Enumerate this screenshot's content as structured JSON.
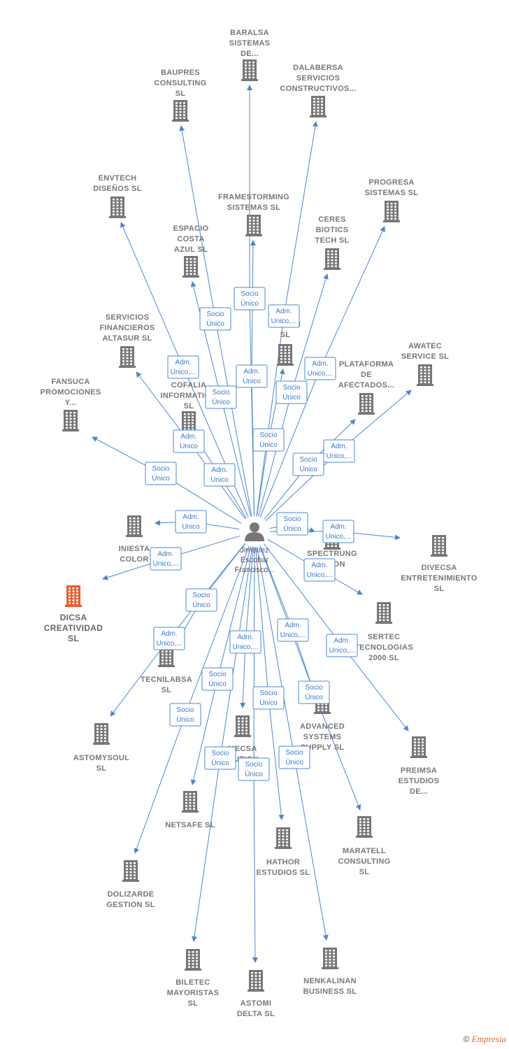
{
  "colors": {
    "edge": "#4a88d6",
    "building": "#777777",
    "highlight": "#f05a2a",
    "person": "#777777"
  },
  "center": {
    "id": "person",
    "label": [
      "Jimenez",
      "Escobar",
      "Francisco..."
    ]
  },
  "companies": [
    {
      "id": "baralsa",
      "label": [
        "BARALSA",
        "SISTEMAS",
        "DE..."
      ]
    },
    {
      "id": "baupres",
      "label": [
        "BAUPRES",
        "CONSULTING",
        "SL"
      ]
    },
    {
      "id": "dalabersa",
      "label": [
        "DALABERSA",
        "SERVICIOS",
        "CONSTRUCTIVOS..."
      ]
    },
    {
      "id": "envtech",
      "label": [
        "ENVTECH",
        "DISEÑOS SL"
      ]
    },
    {
      "id": "framestorming",
      "label": [
        "FRAMESTORMING",
        "SISTEMAS SL"
      ]
    },
    {
      "id": "progresa",
      "label": [
        "PROGRESA",
        "SISTEMAS SL"
      ]
    },
    {
      "id": "espacio",
      "label": [
        "ESPACIO",
        "COSTA",
        "AZUL SL"
      ]
    },
    {
      "id": "ceres",
      "label": [
        "CERES",
        "BIOTICS",
        "TECH SL"
      ]
    },
    {
      "id": "construccion",
      "label": [
        "...N",
        "CO...ON",
        "SL"
      ]
    },
    {
      "id": "servicios",
      "label": [
        "SERVICIOS",
        "FINANCIEROS",
        "ALTASUR SL"
      ]
    },
    {
      "id": "awatec",
      "label": [
        "AWATEC",
        "SERVICE SL"
      ]
    },
    {
      "id": "plataforma",
      "label": [
        "PLATAFORMA",
        "DE",
        "AFECTADOS..."
      ]
    },
    {
      "id": "cofalia",
      "label": [
        "COFALIA",
        "INFORMATIC...",
        "SL"
      ]
    },
    {
      "id": "fansuca",
      "label": [
        "FANSUCA",
        "PROMOCIONES",
        "Y..."
      ]
    },
    {
      "id": "iniesta",
      "label": [
        "INIESTA",
        "COLOR"
      ]
    },
    {
      "id": "spectrung",
      "label": [
        "SPECTRUNG",
        "...TION"
      ]
    },
    {
      "id": "divecsa",
      "label": [
        "DIVECSA",
        "ENTRETENIMIENTO",
        "SL"
      ]
    },
    {
      "id": "dicsa",
      "label": [
        "DICSA",
        "CREATIVIDAD",
        "SL"
      ],
      "highlight": true
    },
    {
      "id": "sertec",
      "label": [
        "SERTEC",
        "TECNOLOGIAS",
        "2000 SL"
      ]
    },
    {
      "id": "tecnilabsa",
      "label": [
        "TECNILABSA",
        "SL"
      ]
    },
    {
      "id": "advanced",
      "label": [
        "ADVANCED",
        "SYSTEMS",
        "SUPPLY SL"
      ]
    },
    {
      "id": "mecsa",
      "label": [
        "MECSA",
        "...UTION"
      ]
    },
    {
      "id": "astomysoul",
      "label": [
        "ASTOMYSOUL",
        "SL"
      ]
    },
    {
      "id": "preimsa",
      "label": [
        "PREIMSA",
        "ESTUDIOS",
        "DE..."
      ]
    },
    {
      "id": "netsafe",
      "label": [
        "NETSAFE SL"
      ]
    },
    {
      "id": "maratell",
      "label": [
        "MARATELL",
        "CONSULTING",
        "SL"
      ]
    },
    {
      "id": "hathor",
      "label": [
        "HATHOR",
        "ESTUDIOS SL"
      ]
    },
    {
      "id": "dolizarde",
      "label": [
        "DOLIZARDE",
        "GESTION SL"
      ]
    },
    {
      "id": "biletec",
      "label": [
        "BILETEC",
        "MAYORISTAS",
        "SL"
      ]
    },
    {
      "id": "astomi",
      "label": [
        "ASTOMI",
        "DELTA SL"
      ]
    },
    {
      "id": "nenkalinan",
      "label": [
        "NENKALINAN",
        "BUSINESS SL"
      ]
    }
  ],
  "edges": [
    {
      "to": "baralsa",
      "label": [
        "Socio",
        "Único"
      ]
    },
    {
      "to": "baupres",
      "label": [
        "Socio",
        "Único"
      ]
    },
    {
      "to": "dalabersa",
      "label": [
        "Adm.",
        "Unico,..."
      ]
    },
    {
      "to": "envtech",
      "label": [
        "Adm.",
        "Unico,..."
      ]
    },
    {
      "to": "framestorming",
      "label": [
        "Adm.",
        "Unico"
      ]
    },
    {
      "to": "progresa",
      "label": [
        "Adm.",
        "Unico,..."
      ]
    },
    {
      "to": "espacio",
      "label": [
        "Socio",
        "Único"
      ]
    },
    {
      "to": "ceres",
      "label": [
        "Socio",
        "Único"
      ]
    },
    {
      "to": "servicios",
      "label": [
        "Adm.",
        "Unico"
      ]
    },
    {
      "to": "awatec",
      "label": [
        "Adm.",
        "Unico,..."
      ]
    },
    {
      "to": "plataforma",
      "label": [
        "Socio",
        "Único"
      ]
    },
    {
      "to": "cofalia",
      "label": [
        "Adm.",
        "Unico"
      ]
    },
    {
      "to": "construccion",
      "label": [
        "Socio",
        "Único"
      ]
    },
    {
      "to": "fansuca",
      "label": [
        "Socio",
        "Único"
      ]
    },
    {
      "to": "iniesta",
      "label": [
        "Adm.",
        "Unico"
      ]
    },
    {
      "to": "spectrung",
      "label": [
        "Socio",
        "Único"
      ]
    },
    {
      "to": "divecsa",
      "label": [
        "Adm.",
        "Unico,..."
      ]
    },
    {
      "to": "dicsa",
      "label": [
        "Adm.",
        "Unico,..."
      ]
    },
    {
      "to": "sertec",
      "label": [
        "Adm.",
        "Unico,..."
      ]
    },
    {
      "to": "tecnilabsa",
      "label": [
        "Socio",
        "Único"
      ]
    },
    {
      "to": "advanced",
      "label": [
        "Adm.",
        "Unico,..."
      ]
    },
    {
      "to": "mecsa",
      "label": [
        "Adm.",
        "Unico,..."
      ]
    },
    {
      "to": "astomysoul",
      "label": [
        "Adm.",
        "Unico,..."
      ]
    },
    {
      "to": "preimsa",
      "label": [
        "Adm.",
        "Unico,..."
      ]
    },
    {
      "to": "netsafe",
      "label": [
        "Socio",
        "Único"
      ]
    },
    {
      "to": "maratell",
      "label": [
        "Socio",
        "Único"
      ]
    },
    {
      "to": "hathor",
      "label": [
        "Socio",
        "Único"
      ]
    },
    {
      "to": "dolizarde",
      "label": [
        "Socio",
        "Único"
      ]
    },
    {
      "to": "biletec",
      "label": [
        "Socio",
        "Único"
      ]
    },
    {
      "to": "astomi",
      "label": [
        "Socio",
        "Único"
      ]
    },
    {
      "to": "nenkalinan",
      "label": [
        "Socio",
        "Único"
      ]
    }
  ],
  "footer": {
    "copyright": "©",
    "brand": "Empresia"
  }
}
